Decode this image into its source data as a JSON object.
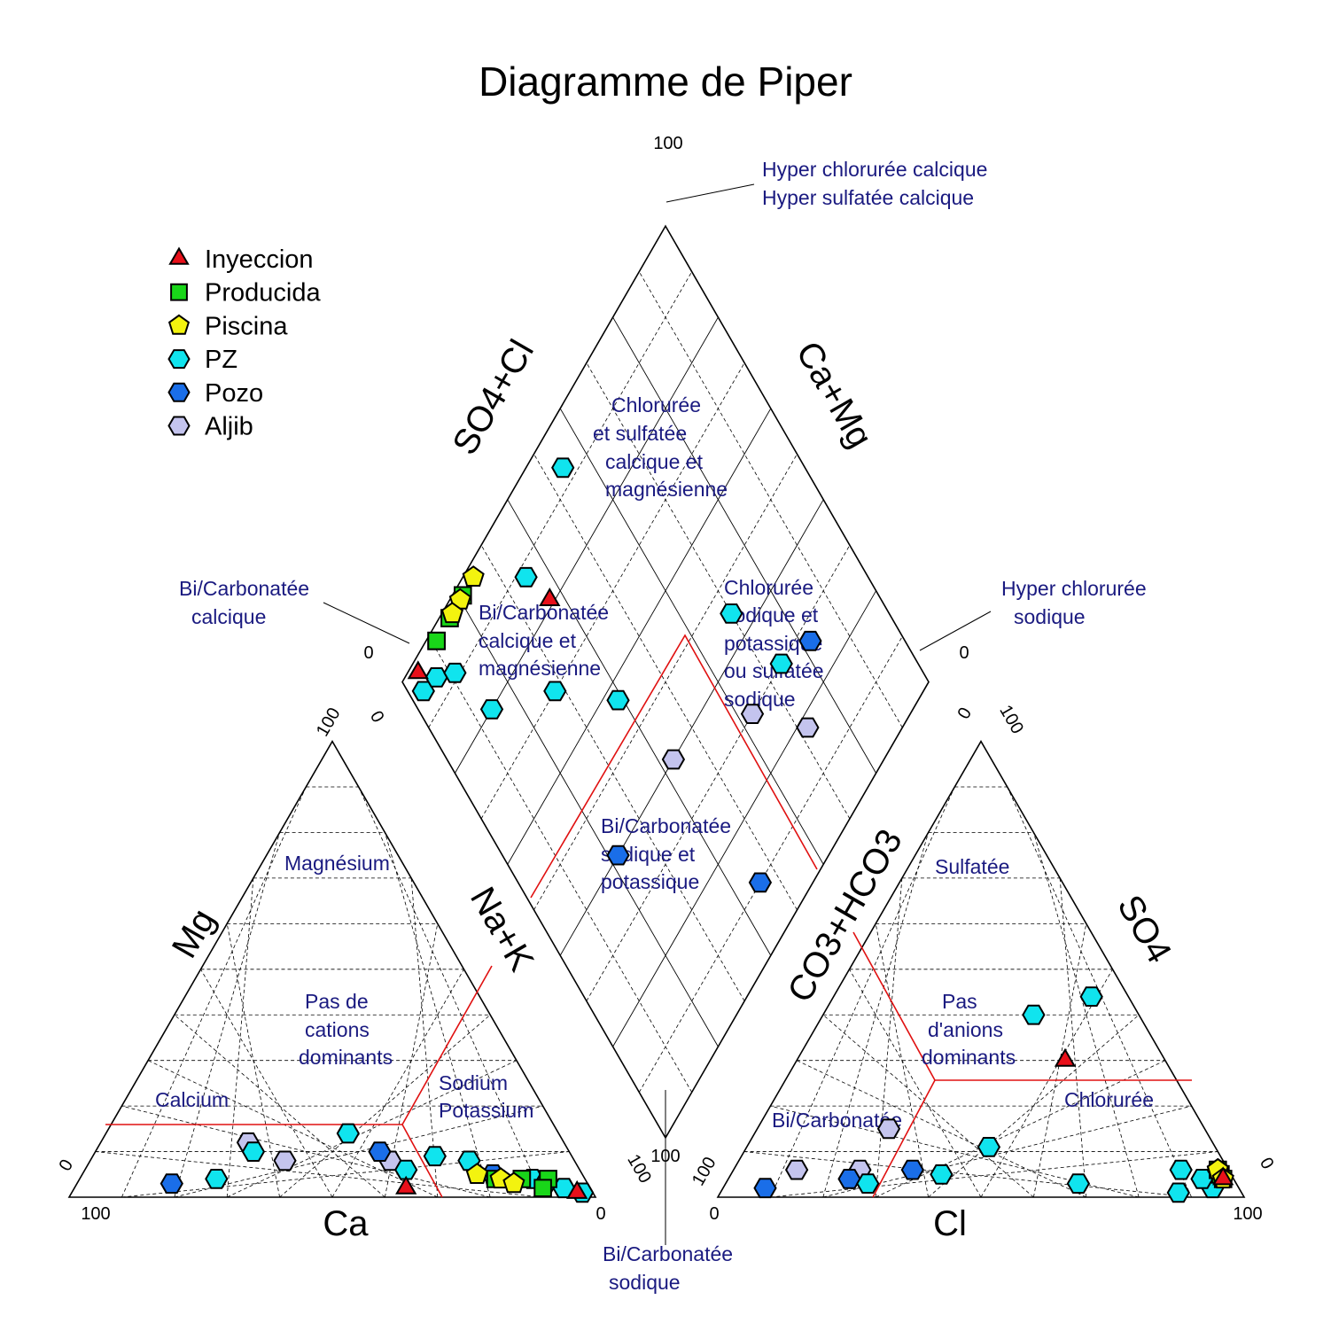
{
  "title": "Diagramme de Piper",
  "axes": {
    "ca": "Ca",
    "mg": "Mg",
    "nak": "Na+K",
    "cl": "Cl",
    "so4": "SO4",
    "co3": "CO3+HCO3",
    "so4cl": "SO4+Cl",
    "camg": "Ca+Mg"
  },
  "ticks": {
    "zero": "0",
    "hundred": "100"
  },
  "zones": {
    "hyper_top_1": "Hyper chlorurée calcique",
    "hyper_top_2": "Hyper sulfatée calcique",
    "chlor_1": "Chlorurée",
    "chlor_2": "et sulfatée",
    "chlor_3": "calcique et",
    "chlor_4": "magnésienne",
    "bicarb_ca_1": "Bi/Carbonatée",
    "bicarb_ca_2": "calcique",
    "bicarb_camg_1": "Bi/Carbonatée",
    "bicarb_camg_2": "calcique et",
    "bicarb_camg_3": "magnésienne",
    "chlor_na_1": "Chlorurée",
    "chlor_na_2": "sodique et",
    "chlor_na_3": "potassique",
    "chlor_na_4": "ou sulfatée",
    "chlor_na_5": "sodique",
    "hyper_na_1": "Hyper chlorurée",
    "hyper_na_2": "sodique",
    "bicarb_nak_1": "Bi/Carbonatée",
    "bicarb_nak_2": "sodique et",
    "bicarb_nak_3": "potassique",
    "bicarb_na_1": "Bi/Carbonatée",
    "bicarb_na_2": "sodique",
    "magnesium": "Magnésium",
    "pas_cations_1": "Pas de",
    "pas_cations_2": "cations",
    "pas_cations_3": "dominants",
    "calcium": "Calcium",
    "sodium_1": "Sodium",
    "sodium_2": "Potassium",
    "sulfatee": "Sulfatée",
    "pas_anions_1": "Pas",
    "pas_anions_2": "d'anions",
    "pas_anions_3": "dominants",
    "chloruree": "Chlorurée",
    "bicarbonatee": "Bi/Carbonatée"
  },
  "legend": [
    {
      "label": "Inyeccion",
      "shape": "triangle",
      "color": "#e8101a"
    },
    {
      "label": "Producida",
      "shape": "square",
      "color": "#19d619"
    },
    {
      "label": "Piscina",
      "shape": "pentagon",
      "color": "#f3f30f"
    },
    {
      "label": "PZ",
      "shape": "hexagon",
      "color": "#10e4ee"
    },
    {
      "label": "Pozo",
      "shape": "hexagon",
      "color": "#1a6ee8"
    },
    {
      "label": "Aljib",
      "shape": "hexagon",
      "color": "#c4c4ee"
    }
  ],
  "chart_data": {
    "type": "scatter",
    "title": "Diagramme de Piper",
    "description_units": "percent of meq/L; each sample plotted in cation triangle (ca, mg, nak), anion triangle (co3, so4, cl) and central diamond",
    "samples": [
      {
        "group": "Inyeccion",
        "ca": 35,
        "mg": 2,
        "nak": 63,
        "co3": 19,
        "so4": 30,
        "cl": 51
      },
      {
        "group": "Inyeccion",
        "ca": 3,
        "mg": 1,
        "nak": 96,
        "co3": 2,
        "so4": 4,
        "cl": 94
      },
      {
        "group": "Producida",
        "ca": 17,
        "mg": 4,
        "nak": 79,
        "co3": 2,
        "so4": 6,
        "cl": 92
      },
      {
        "group": "Producida",
        "ca": 12,
        "mg": 4,
        "nak": 84,
        "co3": 2,
        "so4": 5,
        "cl": 93
      },
      {
        "group": "Producida",
        "ca": 7,
        "mg": 4,
        "nak": 89,
        "co3": 2,
        "so4": 5,
        "cl": 93
      },
      {
        "group": "Producida",
        "ca": 9,
        "mg": 2,
        "nak": 89,
        "co3": 2,
        "so4": 4,
        "cl": 94
      },
      {
        "group": "Piscina",
        "ca": 20,
        "mg": 5,
        "nak": 75,
        "co3": 2,
        "so4": 6,
        "cl": 92
      },
      {
        "group": "Piscina",
        "ca": 16,
        "mg": 4,
        "nak": 80,
        "co3": 2,
        "so4": 6,
        "cl": 92
      },
      {
        "group": "Piscina",
        "ca": 14,
        "mg": 3,
        "nak": 83,
        "co3": 2,
        "so4": 4,
        "cl": 94
      },
      {
        "group": "PZ",
        "ca": 70,
        "mg": 4,
        "nak": 26,
        "co3": 70,
        "so4": 3,
        "cl": 27
      },
      {
        "group": "PZ",
        "ca": 60,
        "mg": 10,
        "nak": 30,
        "co3": 55,
        "so4": 5,
        "cl": 40
      },
      {
        "group": "PZ",
        "ca": 40,
        "mg": 14,
        "nak": 46,
        "co3": 7,
        "so4": 44,
        "cl": 49
      },
      {
        "group": "PZ",
        "ca": 26,
        "mg": 9,
        "nak": 65,
        "co3": 12,
        "so4": 1,
        "cl": 87
      },
      {
        "group": "PZ",
        "ca": 33,
        "mg": 6,
        "nak": 61,
        "co3": 43,
        "so4": 11,
        "cl": 46
      },
      {
        "group": "PZ",
        "ca": 20,
        "mg": 8,
        "nak": 72,
        "co3": 30,
        "so4": 3,
        "cl": 67
      },
      {
        "group": "PZ",
        "ca": 10,
        "mg": 4,
        "nak": 86,
        "co3": 20,
        "so4": 40,
        "cl": 40
      },
      {
        "group": "PZ",
        "ca": 2,
        "mg": 1,
        "nak": 97,
        "co3": 5,
        "so4": 2,
        "cl": 93
      },
      {
        "group": "PZ",
        "ca": 5,
        "mg": 2,
        "nak": 93,
        "co3": 6,
        "so4": 4,
        "cl": 90
      },
      {
        "group": "PZ",
        "ca": 8,
        "mg": 3,
        "nak": 89,
        "co3": 9,
        "so4": 6,
        "cl": 85
      },
      {
        "group": "Pozo",
        "ca": 79,
        "mg": 3,
        "nak": 18,
        "co3": 73,
        "so4": 4,
        "cl": 23
      },
      {
        "group": "Pozo",
        "ca": 17,
        "mg": 5,
        "nak": 78,
        "co3": 60,
        "so4": 6,
        "cl": 34
      },
      {
        "group": "Pozo",
        "ca": 36,
        "mg": 10,
        "nak": 54,
        "co3": 90,
        "so4": 2,
        "cl": 8
      },
      {
        "group": "Aljib",
        "ca": 60,
        "mg": 12,
        "nak": 28,
        "co3": 82,
        "so4": 6,
        "cl": 12
      },
      {
        "group": "Aljib",
        "ca": 55,
        "mg": 8,
        "nak": 37,
        "co3": 70,
        "so4": 6,
        "cl": 24
      },
      {
        "group": "Aljib",
        "ca": 35,
        "mg": 8,
        "nak": 57,
        "co3": 60,
        "so4": 15,
        "cl": 25
      }
    ]
  }
}
